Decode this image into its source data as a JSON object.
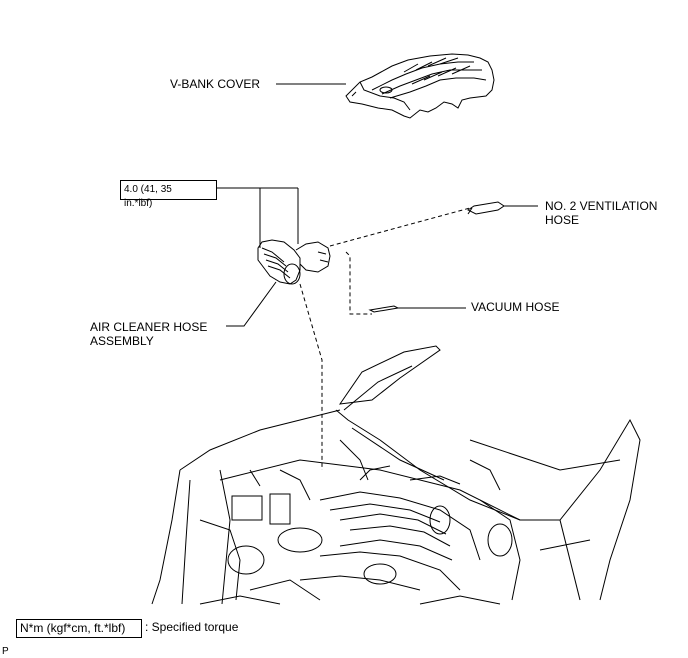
{
  "labels": {
    "v_bank_cover": "V-BANK COVER",
    "torque_value": "4.0 (41, 35",
    "torque_unit": "in.*lbf)",
    "ventilation_hose": [
      "NO. 2 VENTILATION",
      "HOSE"
    ],
    "vacuum_hose": "VACUUM HOSE",
    "air_cleaner_hose": [
      "AIR CLEANER HOSE",
      "ASSEMBLY"
    ]
  },
  "legend": {
    "unit_box": "N*m (kgf*cm, ft.*lbf)",
    "description": ": Specified torque"
  },
  "footer_code": "P"
}
